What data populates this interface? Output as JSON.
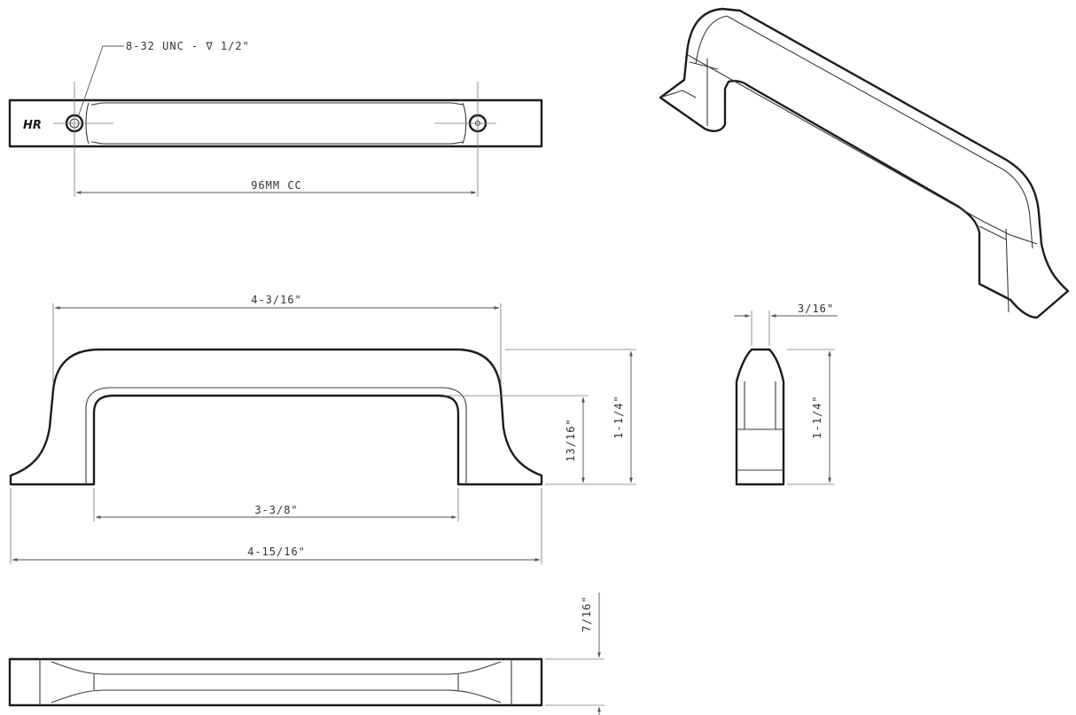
{
  "brand_logo": "HR",
  "top_view": {
    "thread_callout": "8-32 UNC - ∇ 1/2\"",
    "center_to_center": "96MM CC"
  },
  "front_view": {
    "overall_top_length": "4-3/16\"",
    "height": "1-1/4\"",
    "inner_height": "13/16\"",
    "inner_span": "3-3/8\"",
    "overall_length": "4-15/16\""
  },
  "side_view": {
    "width": "3/16\"",
    "height": "1-1/4\""
  },
  "bottom_view": {
    "depth": "7/16\""
  }
}
